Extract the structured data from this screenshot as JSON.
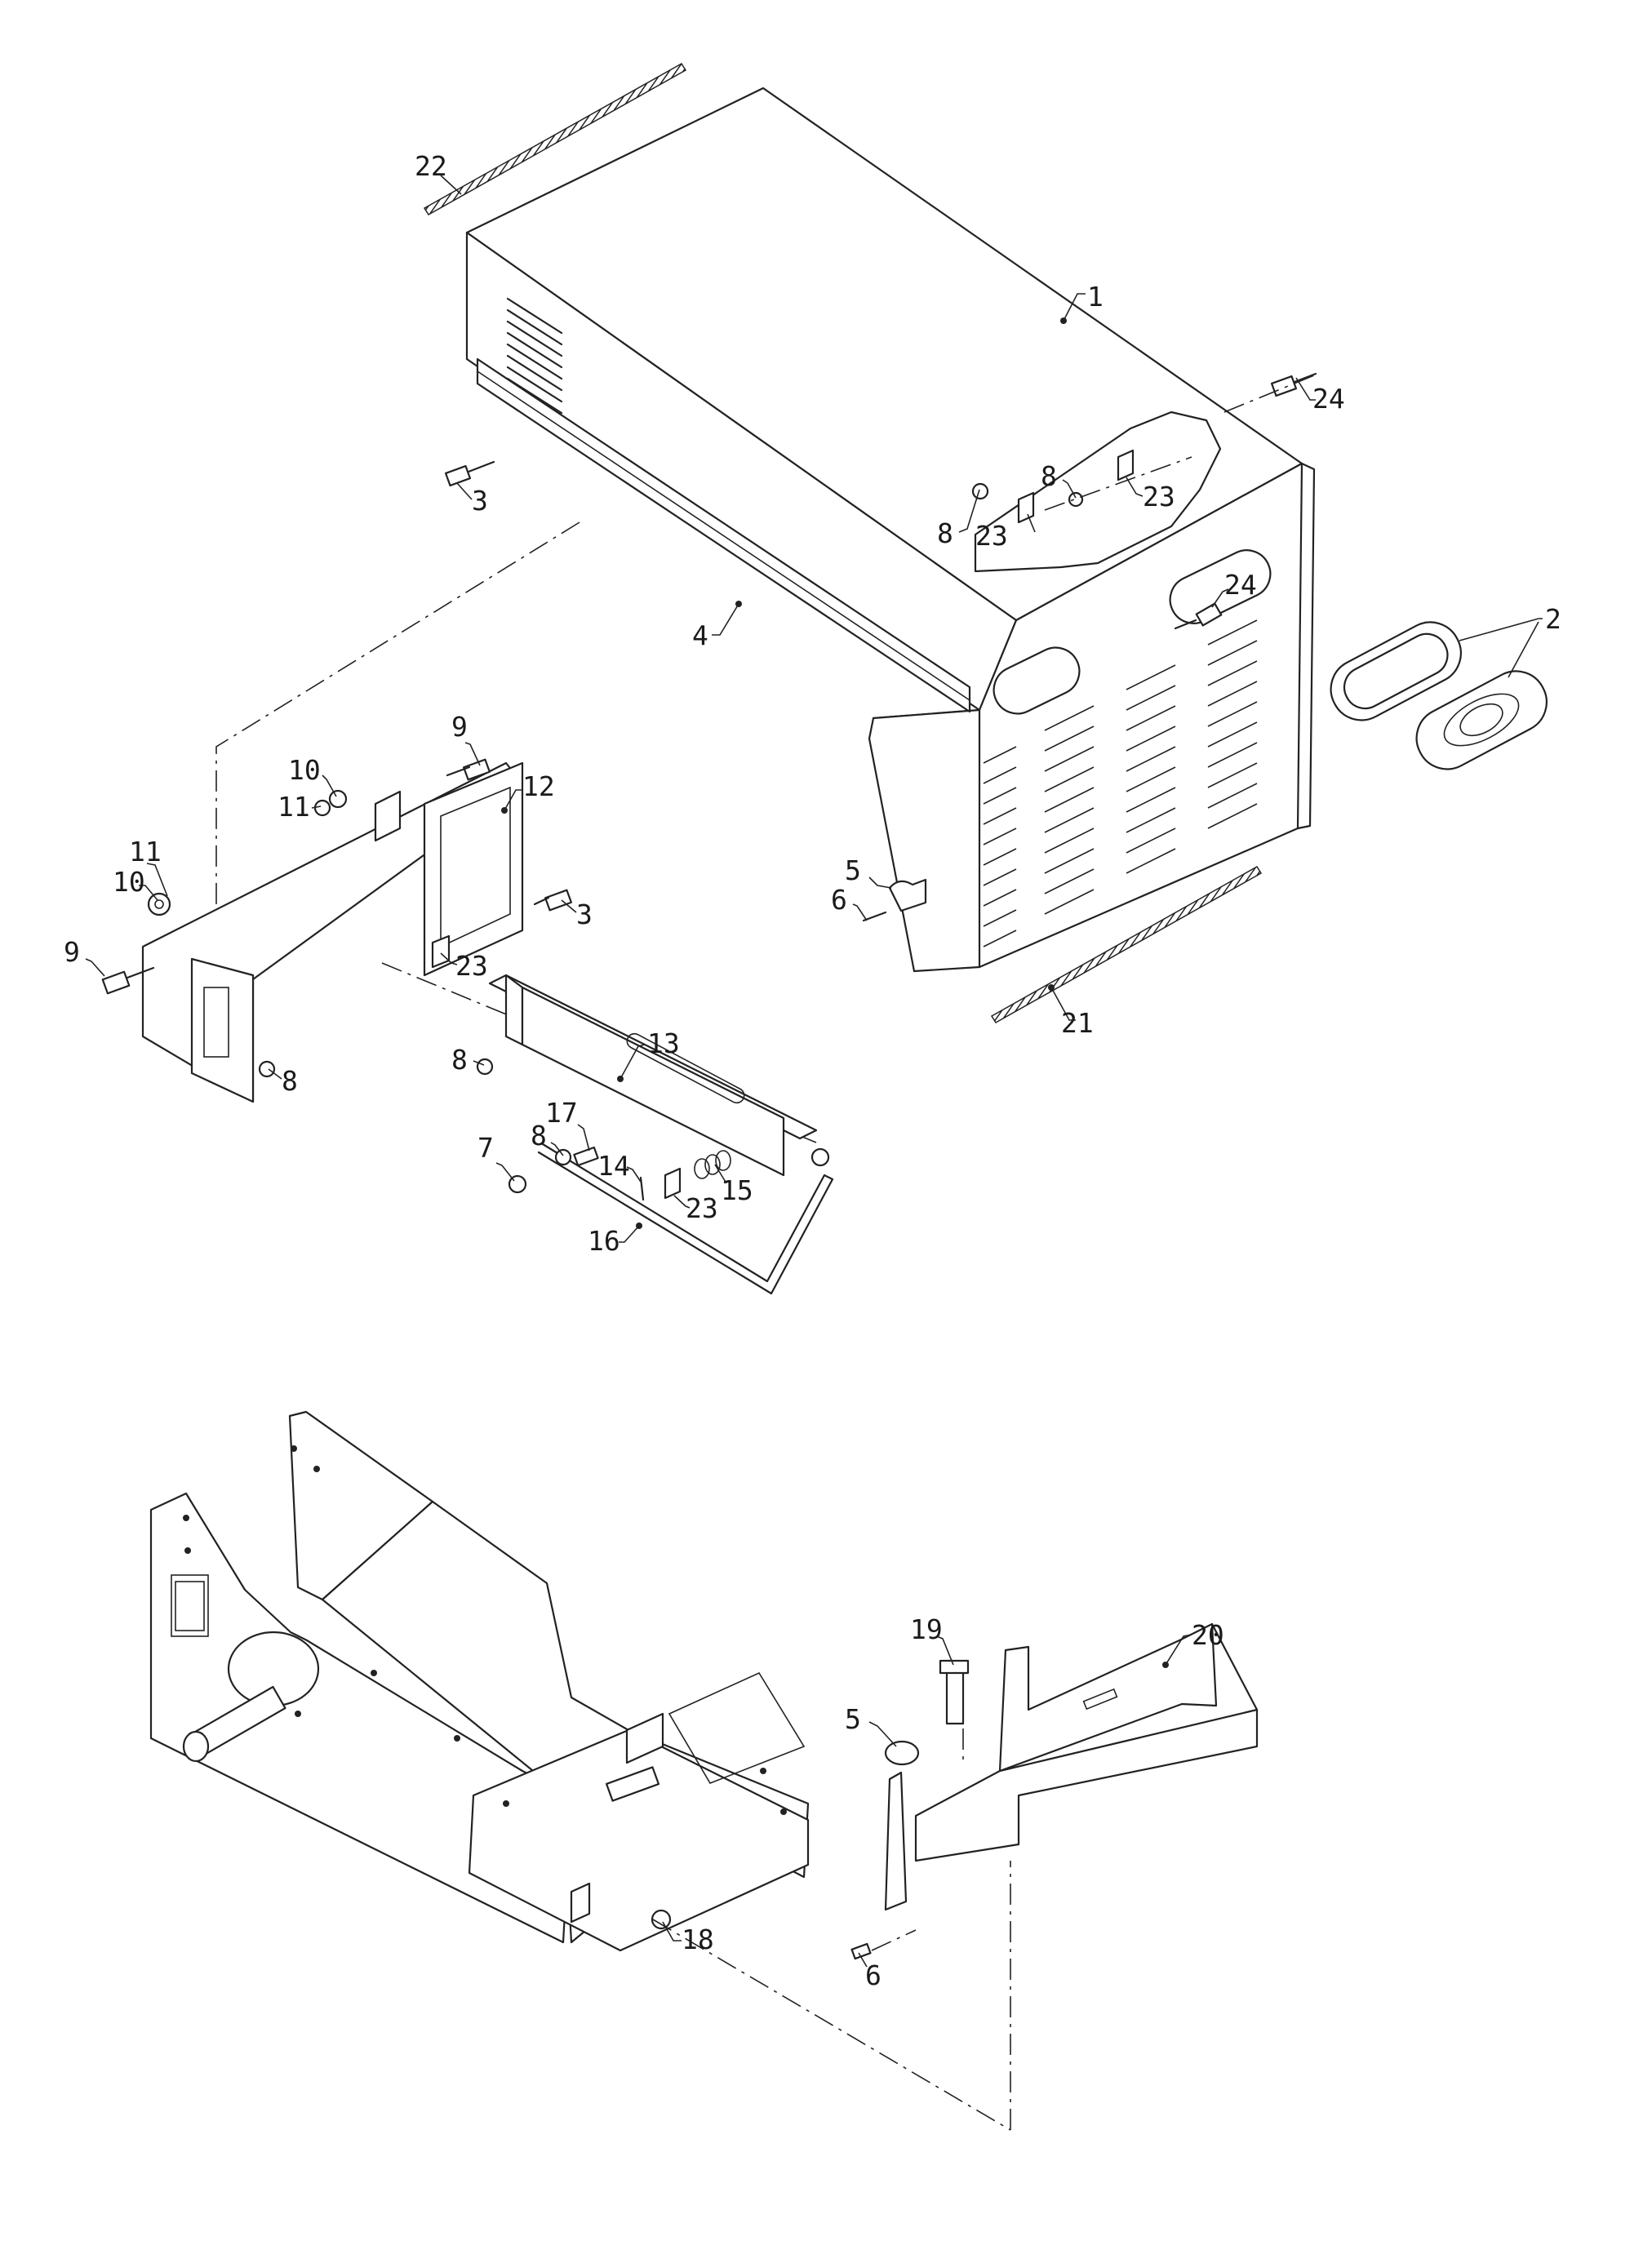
{
  "callouts": [
    {
      "id": "c1",
      "text": "1"
    },
    {
      "id": "c2",
      "text": "2"
    },
    {
      "id": "c3a",
      "text": "3"
    },
    {
      "id": "c3b",
      "text": "3"
    },
    {
      "id": "c4",
      "text": "4"
    },
    {
      "id": "c5a",
      "text": "5"
    },
    {
      "id": "c5b",
      "text": "5"
    },
    {
      "id": "c6a",
      "text": "6"
    },
    {
      "id": "c6b",
      "text": "6"
    },
    {
      "id": "c7",
      "text": "7"
    },
    {
      "id": "c8a",
      "text": "8"
    },
    {
      "id": "c8b",
      "text": "8"
    },
    {
      "id": "c8c",
      "text": "8"
    },
    {
      "id": "c8d",
      "text": "8"
    },
    {
      "id": "c8e",
      "text": "8"
    },
    {
      "id": "c9a",
      "text": "9"
    },
    {
      "id": "c9b",
      "text": "9"
    },
    {
      "id": "c10a",
      "text": "10"
    },
    {
      "id": "c10b",
      "text": "10"
    },
    {
      "id": "c11a",
      "text": "11"
    },
    {
      "id": "c11b",
      "text": "11"
    },
    {
      "id": "c12",
      "text": "12"
    },
    {
      "id": "c13",
      "text": "13"
    },
    {
      "id": "c14",
      "text": "14"
    },
    {
      "id": "c15",
      "text": "15"
    },
    {
      "id": "c16",
      "text": "16"
    },
    {
      "id": "c17",
      "text": "17"
    },
    {
      "id": "c18",
      "text": "18"
    },
    {
      "id": "c19",
      "text": "19"
    },
    {
      "id": "c20",
      "text": "20"
    },
    {
      "id": "c21",
      "text": "21"
    },
    {
      "id": "c22",
      "text": "22"
    },
    {
      "id": "c23a",
      "text": "23"
    },
    {
      "id": "c23b",
      "text": "23"
    },
    {
      "id": "c23c",
      "text": "23"
    },
    {
      "id": "c23d",
      "text": "23"
    },
    {
      "id": "c24a",
      "text": "24"
    },
    {
      "id": "c24b",
      "text": "24"
    }
  ]
}
